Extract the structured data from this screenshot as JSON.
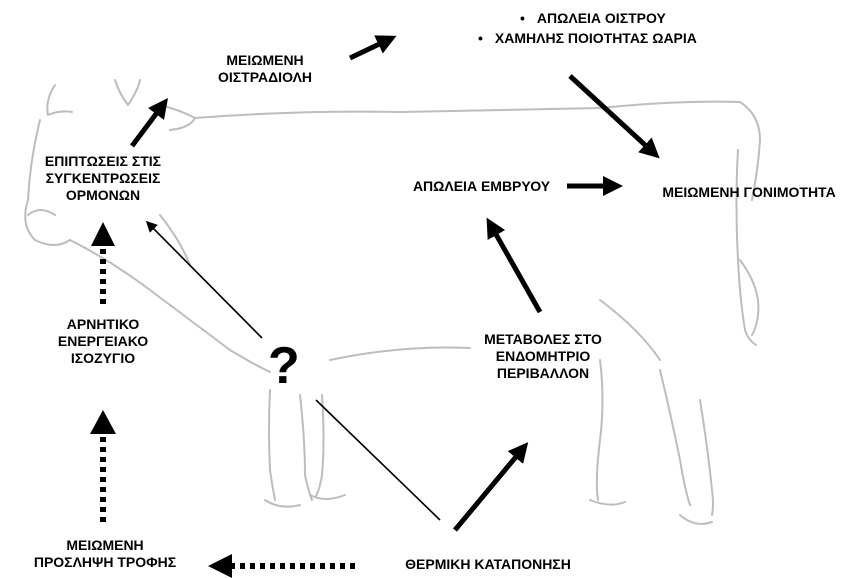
{
  "labels": {
    "reduced_estradiol": [
      "ΜΕΙΩΜΕΝΗ",
      "ΟΙΣΤΡΑΔΙΟΛΗ"
    ],
    "estrus_loss": "ΑΠΩΛΕΙΑ ΟΙΣΤΡΟΥ",
    "low_quality_oocytes": "ΧΑΜΗΛΗΣ ΠΟΙΟΤΗΤΑΣ ΩΑΡΙΑ",
    "hormone_effects": [
      "ΕΠΙΠΤΩΣΕΙΣ ΣΤΙΣ",
      "ΣΥΓΚΕΝΤΡΩΣΕΙΣ",
      "ΟΡΜΟΝΩΝ"
    ],
    "embryo_loss": "ΑΠΩΛΕΙΑ ΕΜΒΡΥΟΥ",
    "reduced_fertility": "ΜΕΙΩΜΕΝΗ ΓΟΝΙΜΟΤΗΤΑ",
    "negative_energy_balance": [
      "ΑΡΝΗΤΙΚΟ",
      "ΕΝΕΡΓΕΙΑΚΟ",
      "ΙΣΟΖΥΓΙΟ"
    ],
    "question_mark": "?",
    "uterine_environment": [
      "ΜΕΤΑΒΟΛΕΣ ΣΤΟ",
      "ΕΝΔΟΜΗΤΡΙΟ",
      "ΠΕΡΙΒΑΛΛΟΝ"
    ],
    "reduced_feed_intake": [
      "ΜΕΙΩΜΕΝΗ",
      "ΠΡΟΣΛΗΨΗ ΤΡΟΦΗΣ"
    ],
    "heat_stress": "ΘΕΡΜΙΚΗ ΚΑΤΑΠΟΝΗΣΗ"
  },
  "bullet_glyph": "•",
  "colors": {
    "text": "#000000",
    "arrow": "#000000",
    "cow_outline": "#bdbdbd",
    "background": "#ffffff"
  }
}
